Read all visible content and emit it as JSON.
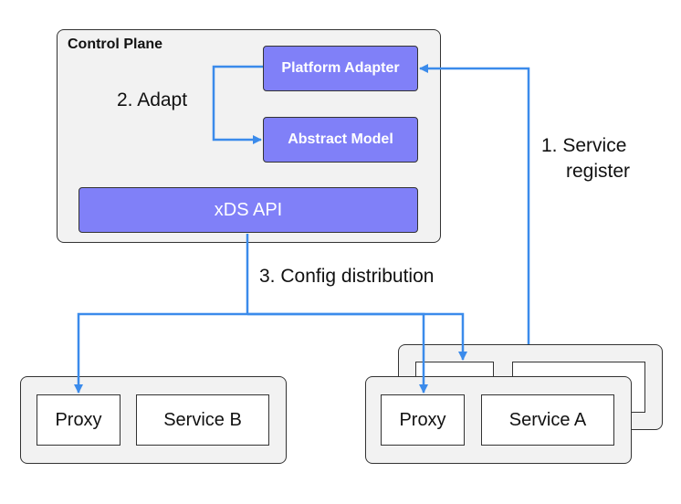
{
  "control_plane": {
    "title": "Control Plane",
    "platform_adapter": "Platform Adapter",
    "abstract_model": "Abstract Model",
    "xds_api": "xDS API"
  },
  "steps": {
    "adapt": "2. Adapt",
    "service_register_line1": "1. Service",
    "service_register_line2": "register",
    "config_distribution": "3. Config distribution"
  },
  "node_b": {
    "proxy": "Proxy",
    "service": "Service B"
  },
  "node_a": {
    "proxy": "Proxy",
    "service": "Service A"
  },
  "colors": {
    "arrow": "#3b8beb",
    "component": "#8080f8",
    "panel": "#f2f2f2"
  }
}
